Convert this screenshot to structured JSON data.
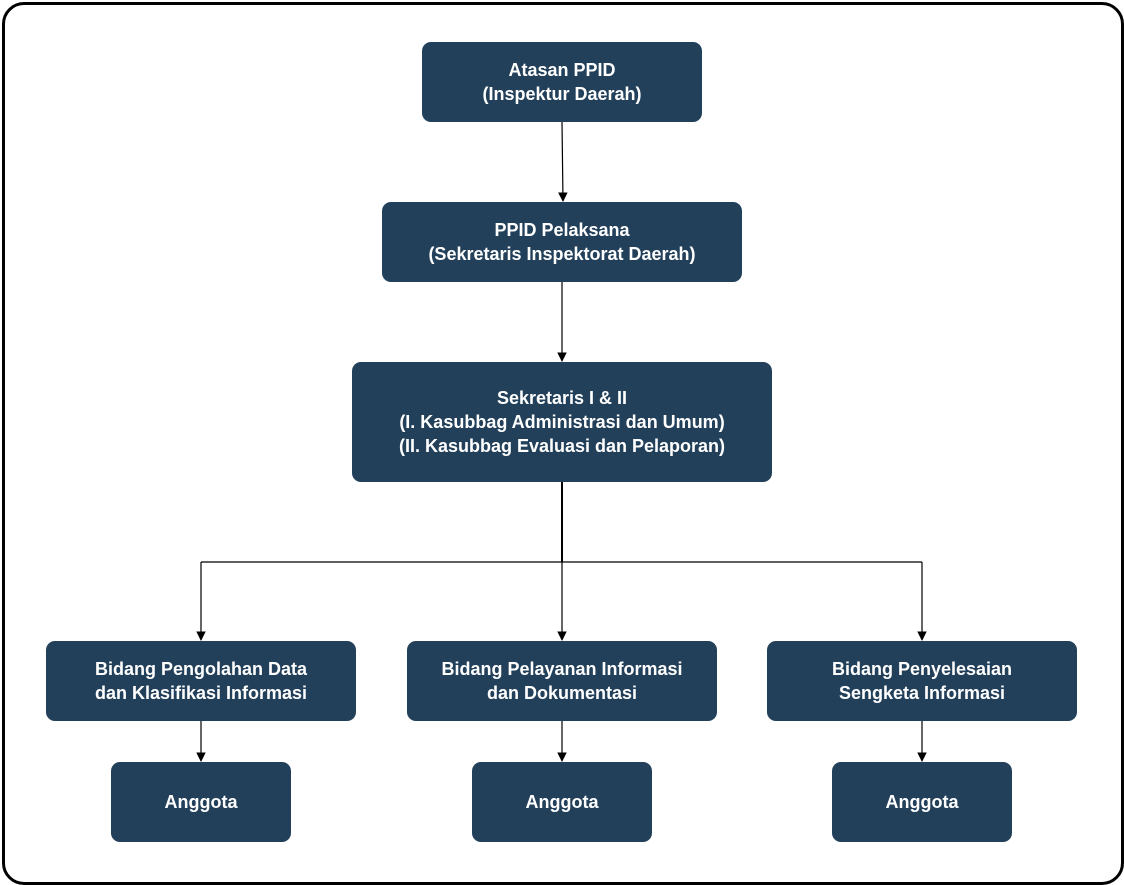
{
  "colors": {
    "node_fill": "#23405a",
    "node_text": "#ffffff",
    "connector": "#000000",
    "frame_border": "#000000"
  },
  "nodes": {
    "atasan": {
      "line1": "Atasan PPID",
      "line2": "(Inspektur Daerah)"
    },
    "pelaksana": {
      "line1": "PPID Pelaksana",
      "line2": "(Sekretaris Inspektorat Daerah)"
    },
    "sekretaris": {
      "line1": "Sekretaris I & II",
      "line2": "(I. Kasubbag Administrasi dan Umum)",
      "line3": "(II. Kasubbag Evaluasi dan Pelaporan)"
    },
    "bidang1": {
      "line1": "Bidang Pengolahan Data",
      "line2": "dan Klasifikasi Informasi"
    },
    "bidang2": {
      "line1": "Bidang Pelayanan Informasi",
      "line2": "dan Dokumentasi"
    },
    "bidang3": {
      "line1": "Bidang Penyelesaian",
      "line2": "Sengketa Informasi"
    },
    "anggota1": {
      "label": "Anggota"
    },
    "anggota2": {
      "label": "Anggota"
    },
    "anggota3": {
      "label": "Anggota"
    }
  }
}
